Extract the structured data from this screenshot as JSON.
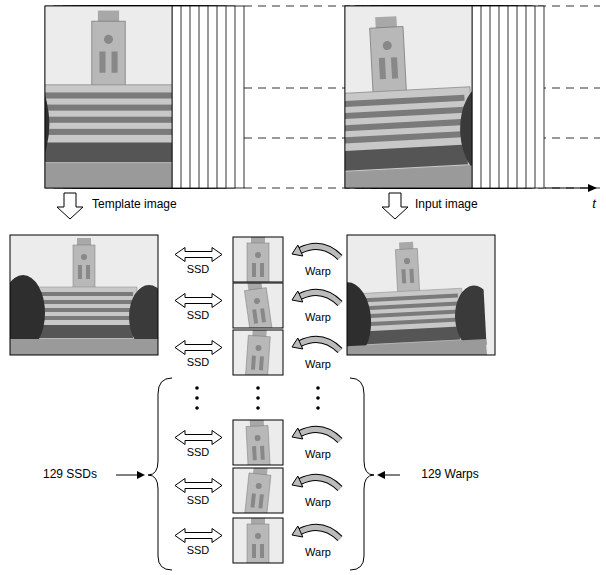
{
  "diagram": {
    "labels": [
      "t",
      "Template image",
      "Input image",
      "SSD",
      "SSD",
      "SSD",
      "SSD",
      "SSD",
      "SSD",
      "Warp",
      "Warp",
      "Warp",
      "Warp",
      "Warp",
      "Warp",
      "129 SSDs",
      "129 Warps"
    ]
  }
}
